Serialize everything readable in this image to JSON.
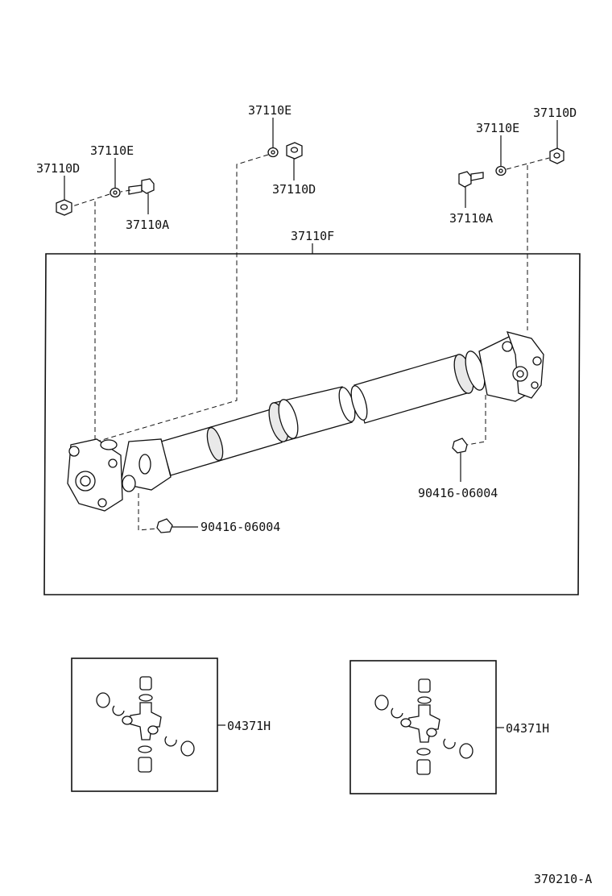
{
  "labels": {
    "nut_left": "37110D",
    "washer_left": "37110E",
    "bolt_left": "37110A",
    "washer_mid": "37110E",
    "nut_mid": "37110D",
    "washer_right": "37110E",
    "nut_right": "37110D",
    "bolt_right": "37110A",
    "shaft_assembly": "37110F",
    "fitting_right": "90416-06004",
    "fitting_left": "90416-06004",
    "spider_kit_left": "04371H",
    "spider_kit_right": "04371H",
    "figure_code": "370210-A"
  }
}
